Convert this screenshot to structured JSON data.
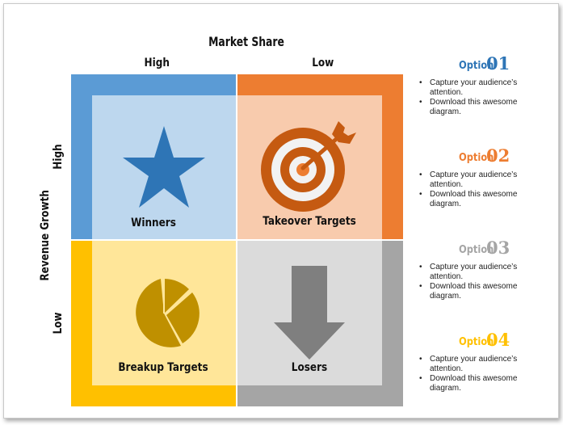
{
  "axes": {
    "top_title": "Market Share",
    "col_high": "High",
    "col_low": "Low",
    "left_title": "Revenue Growth",
    "row_high": "High",
    "row_low": "Low"
  },
  "quadrants": {
    "top_left": {
      "label": "Winners",
      "icon": "star-icon",
      "outer": "#5b9bd5",
      "inner": "#bdd7ee",
      "icon_color": "#2e75b6"
    },
    "top_right": {
      "label": "Takeover Targets",
      "icon": "target-icon",
      "outer": "#ed7d31",
      "inner": "#f8cbad",
      "icon_color": "#c55a11"
    },
    "bottom_left": {
      "label": "Breakup Targets",
      "icon": "pie-chart-icon",
      "outer": "#ffc000",
      "inner": "#ffe699",
      "icon_color": "#bf9000"
    },
    "bottom_right": {
      "label": "Losers",
      "icon": "down-arrow-icon",
      "outer": "#a5a5a5",
      "inner": "#dbdbdb",
      "icon_color": "#7f7f7f"
    }
  },
  "options": [
    {
      "word": "Option",
      "num": "01",
      "color": "#2e75b6",
      "bullets": [
        "Capture your audience’s attention.",
        "Download this awesome diagram."
      ]
    },
    {
      "word": "Option",
      "num": "02",
      "color": "#ed7d31",
      "bullets": [
        "Capture your audience’s attention.",
        "Download this awesome diagram."
      ]
    },
    {
      "word": "Option",
      "num": "03",
      "color": "#a5a5a5",
      "bullets": [
        "Capture your audience’s attention.",
        "Download this awesome diagram."
      ]
    },
    {
      "word": "Option",
      "num": "04",
      "color": "#ffc000",
      "bullets": [
        "Capture your audience’s attention.",
        "Download this awesome diagram."
      ]
    }
  ]
}
